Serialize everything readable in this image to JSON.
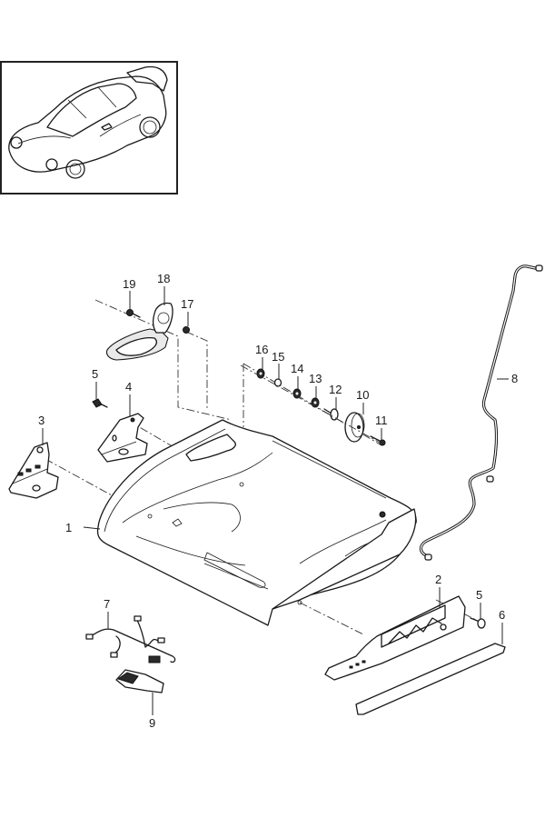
{
  "diagram": {
    "title": "Seat frame - exploded parts view",
    "thumbnail": {
      "subject": "vehicle-overview-thumbnail"
    },
    "callouts": [
      {
        "id": "1",
        "part": "seat-shell"
      },
      {
        "id": "2",
        "part": "seat-rail-bracket-right"
      },
      {
        "id": "3",
        "part": "bracket-left-front"
      },
      {
        "id": "4",
        "part": "bracket-left-rear"
      },
      {
        "id": "5",
        "part": "bolt"
      },
      {
        "id": "6",
        "part": "trim-strip"
      },
      {
        "id": "7",
        "part": "wiring-harness"
      },
      {
        "id": "8",
        "part": "cable"
      },
      {
        "id": "9",
        "part": "connector"
      },
      {
        "id": "10",
        "part": "adjustment-wheel"
      },
      {
        "id": "11",
        "part": "screw"
      },
      {
        "id": "12",
        "part": "pin"
      },
      {
        "id": "13",
        "part": "washer"
      },
      {
        "id": "14",
        "part": "washer"
      },
      {
        "id": "15",
        "part": "spacer"
      },
      {
        "id": "16",
        "part": "washer"
      },
      {
        "id": "17",
        "part": "clip"
      },
      {
        "id": "18",
        "part": "trim-cover"
      },
      {
        "id": "19",
        "part": "screw"
      }
    ],
    "labels": {
      "l1": "1",
      "l2": "2",
      "l3": "3",
      "l4": "4",
      "l5a": "5",
      "l5b": "5",
      "l6": "6",
      "l7": "7",
      "l8": "8",
      "l9": "9",
      "l10": "10",
      "l11": "11",
      "l12": "12",
      "l13": "13",
      "l14": "14",
      "l15": "15",
      "l16": "16",
      "l17": "17",
      "l18": "18",
      "l19": "19"
    }
  }
}
